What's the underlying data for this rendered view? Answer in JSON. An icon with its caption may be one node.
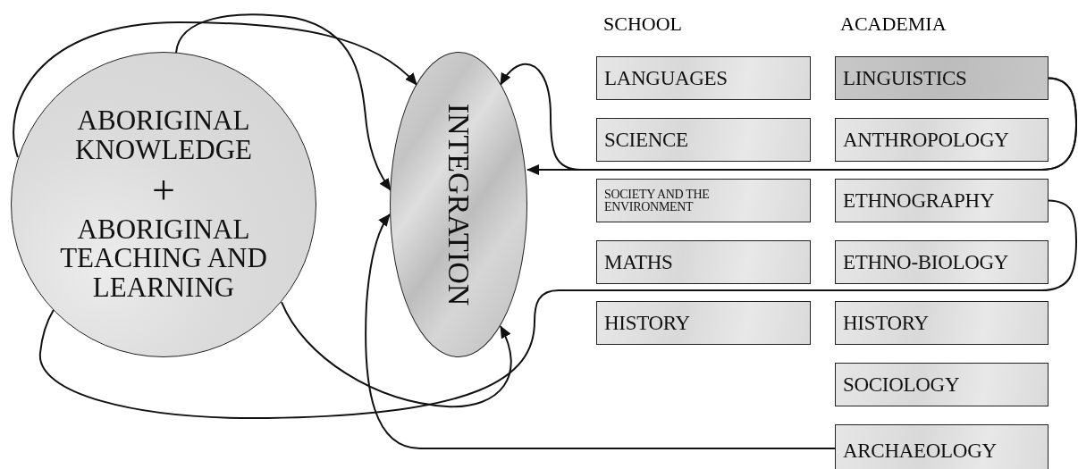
{
  "diagram": {
    "nodes": [
      {
        "text": [
          "ABORIGINAL KNOWLEDGE",
          "+",
          "ABORIGINAL TEACHING AND LEARNING"
        ]
      },
      {
        "text": [
          "INTEGRATION"
        ]
      },
      {
        "text": [
          "LANGUAGES"
        ]
      },
      {
        "text": [
          "SCIENCE"
        ]
      },
      {
        "text": [
          "SOCIETY AND THE ENVIRONMENT"
        ]
      },
      {
        "text": [
          "MATHS"
        ]
      },
      {
        "text": [
          "HISTORY"
        ]
      },
      {
        "text": [
          "LINGUISTICS"
        ]
      },
      {
        "text": [
          "ANTHROPOLOGY"
        ]
      },
      {
        "text": [
          "ETHNOGRAPHY"
        ]
      },
      {
        "text": [
          "ETHNO-BIOLOGY"
        ]
      },
      {
        "text": [
          "HISTORY"
        ]
      },
      {
        "text": [
          "SOCIOLOGY"
        ]
      },
      {
        "text": [
          "ARCHAEOLOGY"
        ]
      }
    ],
    "edges": [
      {
        "from": 0,
        "to": 1,
        "arrow": "to"
      },
      {
        "from": 0,
        "to": 1,
        "arrow": "to"
      },
      {
        "from": 0,
        "to": 1,
        "arrow": "to"
      },
      {
        "from": 9,
        "to": 0,
        "arrow": "none"
      },
      {
        "from": 7,
        "to": 1,
        "arrow": "to"
      },
      {
        "from": 7,
        "to": 1,
        "arrow": "to"
      },
      {
        "from": 13,
        "to": 1,
        "arrow": "to"
      }
    ],
    "labels": [
      "SCHOOL",
      "ACADEMIA"
    ]
  }
}
